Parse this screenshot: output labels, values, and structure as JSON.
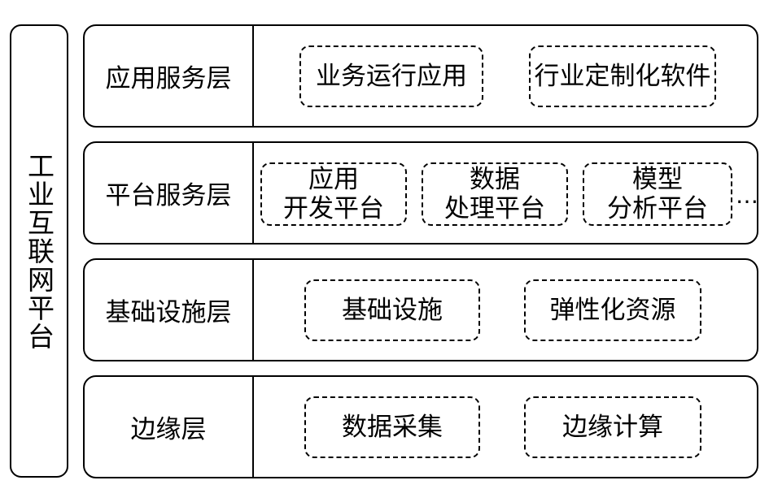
{
  "platform": {
    "title": "工业互联网平台"
  },
  "layers": [
    {
      "label": "应用服务层",
      "modules": [
        [
          "业务运行应用"
        ],
        [
          "行业定制化软件"
        ]
      ]
    },
    {
      "label": "平台服务层",
      "modules": [
        [
          "应用",
          "开发平台"
        ],
        [
          "数据",
          "处理平台"
        ],
        [
          "模型",
          "分析平台"
        ]
      ],
      "ellipsis": "…"
    },
    {
      "label": "基础设施层",
      "modules": [
        [
          "基础设施"
        ],
        [
          "弹性化资源"
        ]
      ]
    },
    {
      "label": "边缘层",
      "modules": [
        [
          "数据采集"
        ],
        [
          "边缘计算"
        ]
      ]
    }
  ]
}
